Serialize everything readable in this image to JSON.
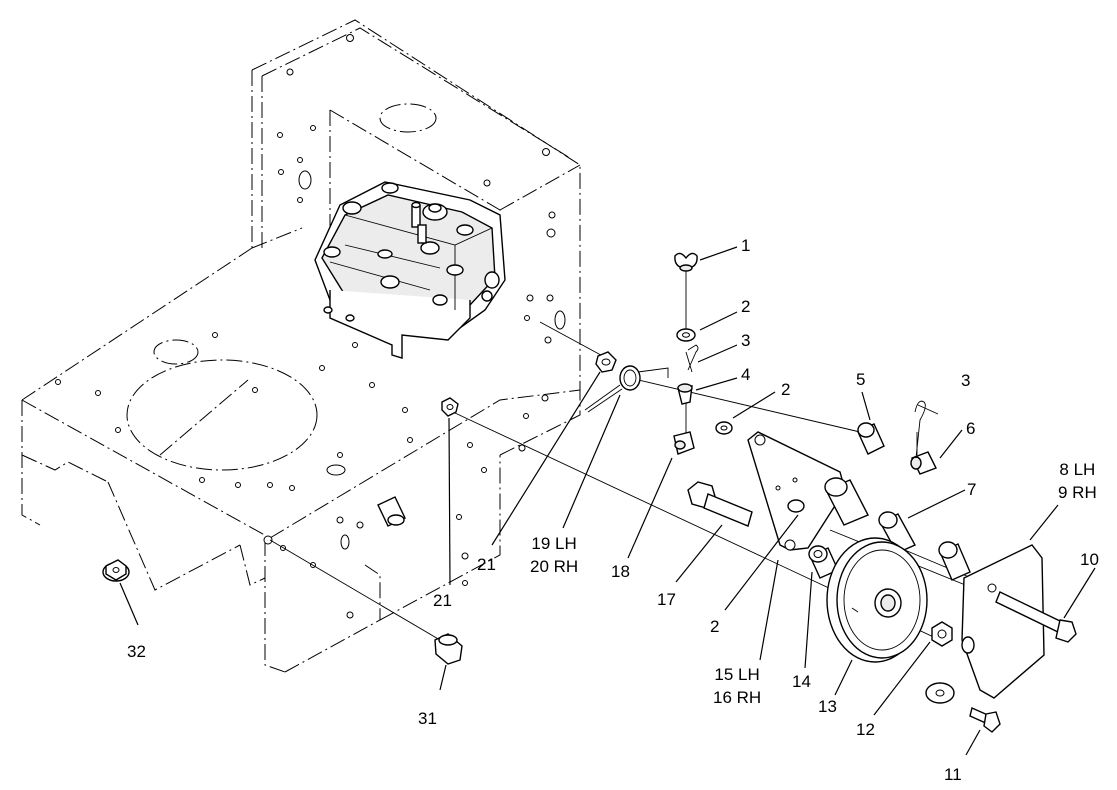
{
  "callouts": [
    {
      "id": "1",
      "lines": [
        "1"
      ]
    },
    {
      "id": "2a",
      "lines": [
        "2"
      ]
    },
    {
      "id": "3a",
      "lines": [
        "3"
      ]
    },
    {
      "id": "4",
      "lines": [
        "4"
      ]
    },
    {
      "id": "2b",
      "lines": [
        "2"
      ]
    },
    {
      "id": "5",
      "lines": [
        "5"
      ]
    },
    {
      "id": "3b",
      "lines": [
        "3"
      ]
    },
    {
      "id": "6",
      "lines": [
        "6"
      ]
    },
    {
      "id": "7",
      "lines": [
        "7"
      ]
    },
    {
      "id": "8-9",
      "lines": [
        "8 LH",
        "9 RH"
      ]
    },
    {
      "id": "10",
      "lines": [
        "10"
      ]
    },
    {
      "id": "11",
      "lines": [
        "11"
      ]
    },
    {
      "id": "12",
      "lines": [
        "12"
      ]
    },
    {
      "id": "13",
      "lines": [
        "13"
      ]
    },
    {
      "id": "14",
      "lines": [
        "14"
      ]
    },
    {
      "id": "15-16",
      "lines": [
        "15 LH",
        "16 RH"
      ]
    },
    {
      "id": "2c",
      "lines": [
        "2"
      ]
    },
    {
      "id": "17",
      "lines": [
        "17"
      ]
    },
    {
      "id": "18",
      "lines": [
        "18"
      ]
    },
    {
      "id": "19-20",
      "lines": [
        "19 LH",
        "20 RH"
      ]
    },
    {
      "id": "21a",
      "lines": [
        "21"
      ]
    },
    {
      "id": "21b",
      "lines": [
        "21"
      ]
    },
    {
      "id": "31",
      "lines": [
        "31"
      ]
    },
    {
      "id": "32",
      "lines": [
        "32"
      ]
    }
  ]
}
